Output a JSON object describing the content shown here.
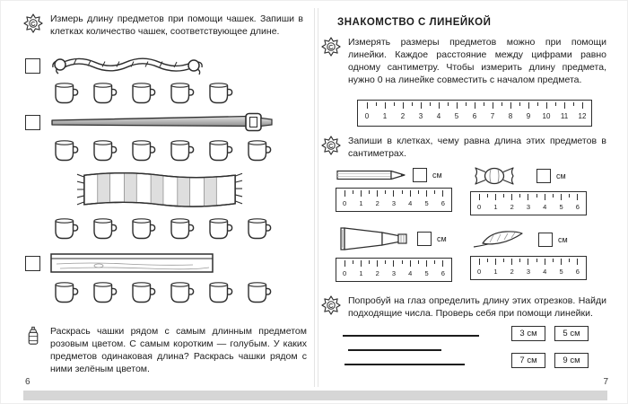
{
  "left_page": {
    "page_number": "6",
    "task_measure": {
      "icon": "sun-icon",
      "text": "Измерь длину предметов при помощи чашек. Запиши в клетках количество чашек, соответствующее длине."
    },
    "rows": [
      {
        "item": "rope",
        "cups": 5,
        "has_answer_box": true
      },
      {
        "item": "belt",
        "cups": 6,
        "has_answer_box": true
      },
      {
        "item": "scarf",
        "cups": 6,
        "has_answer_box": false
      },
      {
        "item": "plank",
        "cups": 6,
        "has_answer_box": true
      }
    ],
    "task_color": {
      "icon": "glue-bottle-icon",
      "text": "Раскрась чашки рядом с самым длинным предметом розовым цветом. С самым коротким — голубым. У каких предметов одинаковая длина? Раскрась чашки рядом с ними зелёным цветом."
    }
  },
  "right_page": {
    "page_number": "7",
    "title": "ЗНАКОМСТВО С ЛИНЕЙКОЙ",
    "task_intro": {
      "icon": "sun-icon",
      "text": "Измерять размеры предметов можно при помощи линейки. Каждое расстояние между цифрами равно одному сантиметру. Чтобы измерить длину предмета, нужно 0 на линейке совместить с началом предмета."
    },
    "big_ruler": {
      "numbers": [
        "0",
        "1",
        "2",
        "3",
        "4",
        "5",
        "6",
        "7",
        "8",
        "9",
        "10",
        "11",
        "12"
      ]
    },
    "task_write": {
      "icon": "sun-icon",
      "text": "Запиши в клетках, чему равна длина этих предметов в сантиметрах."
    },
    "unit_label": "см",
    "small_ruler": {
      "numbers": [
        "0",
        "1",
        "2",
        "3",
        "4",
        "5",
        "6"
      ]
    },
    "measure_items": [
      "pencil",
      "candy",
      "tube",
      "feather"
    ],
    "task_segments": {
      "icon": "sun-icon",
      "text": "Попробуй на глаз определить длину этих отрезков. Найди подходящие числа. Проверь себя при помощи линейки."
    },
    "answer_options": [
      "3 см",
      "5 см",
      "7 см",
      "9 см"
    ]
  },
  "colors": {
    "ink": "#2e2e2e",
    "bottom_bar": "#d6d6d6"
  }
}
